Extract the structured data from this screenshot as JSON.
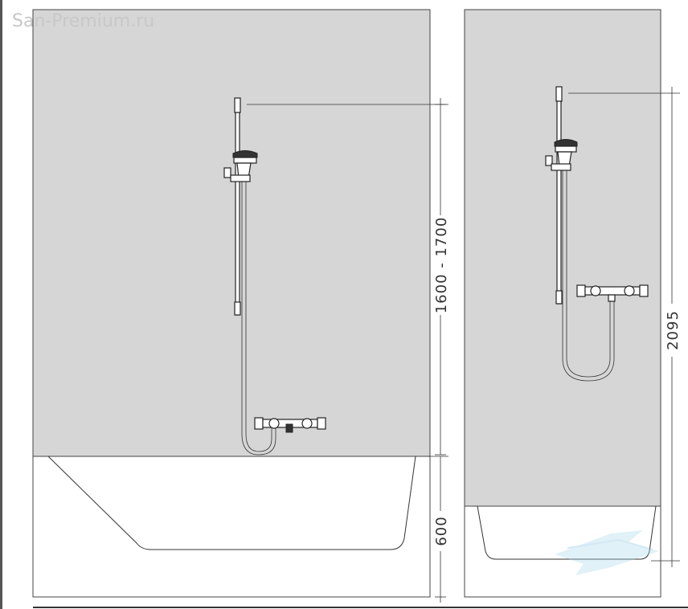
{
  "watermark": "San-Premium.ru",
  "dimensions": {
    "bathtub_height": "600",
    "rail_height_range": "1600 - 1700",
    "shower_rail_top": "2095"
  },
  "colors": {
    "wall": "#d6d6d6",
    "outline": "#333333",
    "left_frame_bar": "#555555"
  }
}
